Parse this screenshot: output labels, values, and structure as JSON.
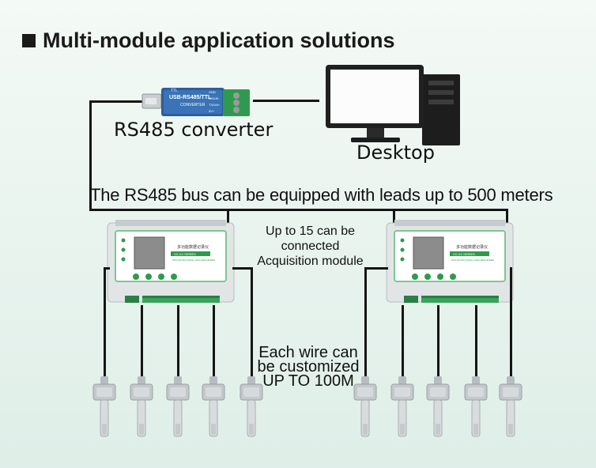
{
  "title": "Multi-module application solutions",
  "converter": {
    "label": "RS485 converter",
    "device_text": "USB-RS485/TTL",
    "device_subtext": "CONVERTER",
    "pins": [
      "GND",
      "RXD/B-",
      "TXD/A+",
      "5V+"
    ],
    "side_text": "TTL"
  },
  "desktop": {
    "label": "Desktop"
  },
  "bus_note": "The RS485 bus can be equipped with leads up to 500 meters",
  "module_note": [
    "Up to 15 can be",
    "connected",
    "Acquisition module"
  ],
  "wire_note": [
    "Each wire can",
    "be customized",
    "UP TO 100M"
  ],
  "module": {
    "title": "多功能数据记录仪",
    "badge": "XX-XX SERIES",
    "subtitle": "MULTIFUNCTIONAL DATA RECORDER"
  },
  "colors": {
    "wire": "#151515",
    "module_green": "#2e9b4c",
    "terminal_green": "#3aa35a"
  }
}
